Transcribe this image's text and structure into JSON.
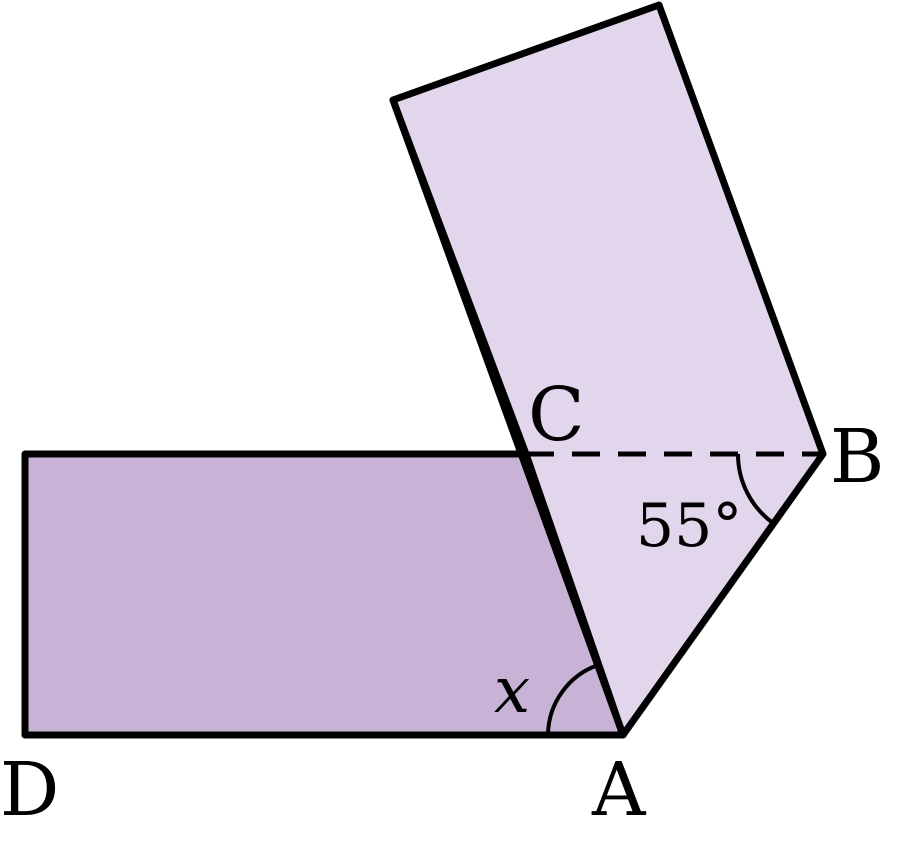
{
  "diagram": {
    "points": {
      "A": "A",
      "B": "B",
      "C": "C",
      "D": "D"
    },
    "angles": {
      "given": "55°",
      "unknown": "x"
    },
    "colors": {
      "rectangle_fill": "#c8b3d7",
      "folded_flap_fill": "#e1d6eb",
      "outline": "#000000"
    }
  }
}
